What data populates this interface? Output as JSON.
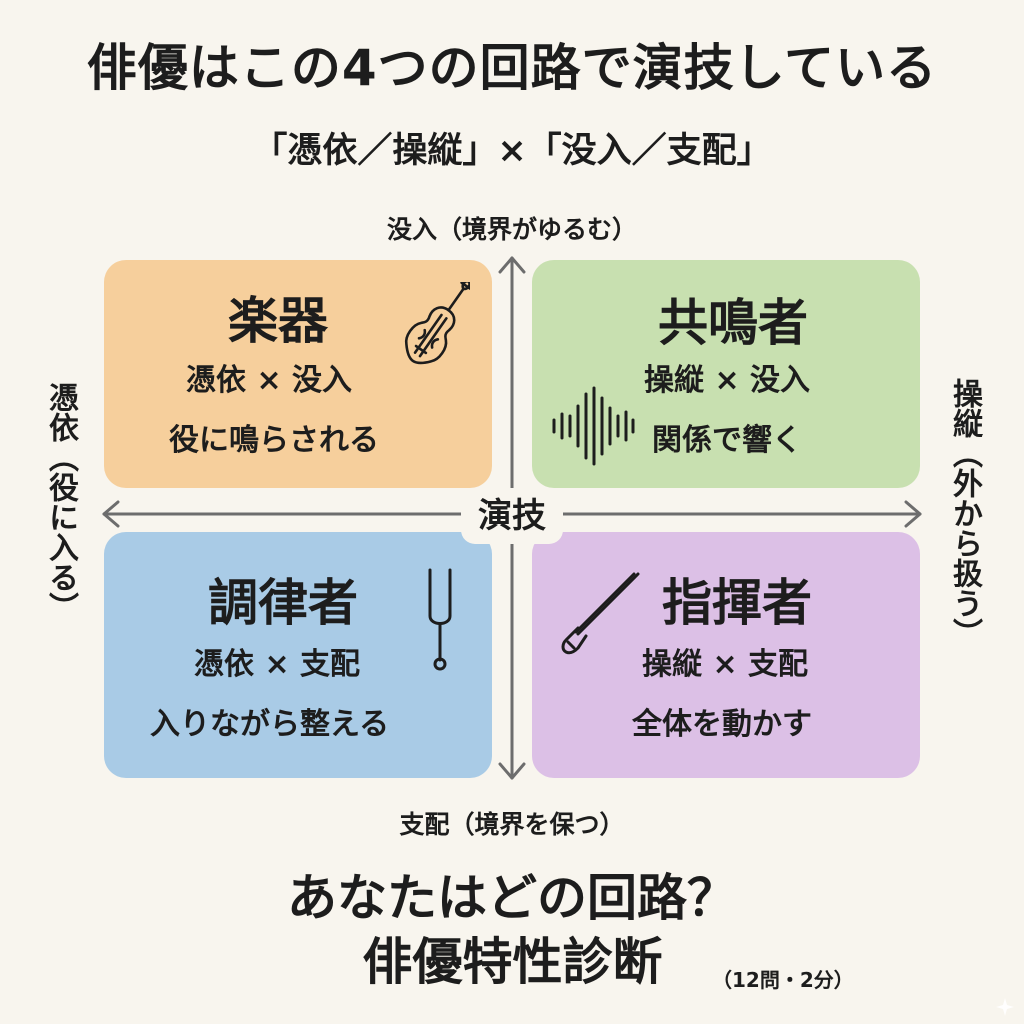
{
  "header": {
    "title": "俳優はこの4つの回路で演技している",
    "subtitle": "「憑依／操縦」×「没入／支配」"
  },
  "axes": {
    "top": "没入（境界がゆるむ）",
    "bottom": "支配（境界を保つ）",
    "left": "憑依（役に入る）",
    "right": "操縦（外から扱う）",
    "center": "演技"
  },
  "quadrants": [
    {
      "name": "楽器",
      "combo": "憑依 × 没入",
      "desc": "役に鳴らされる",
      "color": "#f6cf9c",
      "icon": "violin-icon"
    },
    {
      "name": "共鳴者",
      "combo": "操縦 × 没入",
      "desc": "関係で響く",
      "color": "#c8e0b0",
      "icon": "sound-wave-icon"
    },
    {
      "name": "調律者",
      "combo": "憑依 × 支配",
      "desc": "入りながら整える",
      "color": "#a9cbe6",
      "icon": "tuning-fork-icon"
    },
    {
      "name": "指揮者",
      "combo": "操縦 × 支配",
      "desc": "全体を動かす",
      "color": "#dcc0e6",
      "icon": "baton-icon"
    }
  ],
  "footer": {
    "question": "あなたはどの回路？",
    "title": "俳優特性診断",
    "note": "（12問・2分）"
  }
}
